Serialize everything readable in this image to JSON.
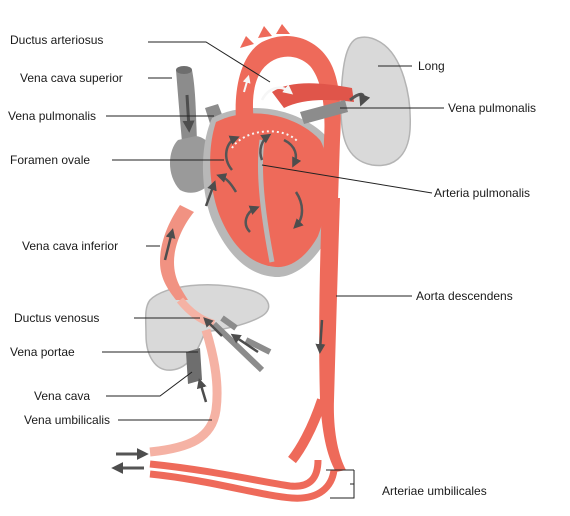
{
  "labels": {
    "ductus_arteriosus": "Ductus arteriosus",
    "vena_cava_superior": "Vena cava superior",
    "vena_pulmonalis_left": "Vena pulmonalis",
    "foramen_ovale": "Foramen ovale",
    "vena_cava_inferior": "Vena cava inferior",
    "ductus_venosus": "Ductus venosus",
    "vena_portae": "Vena portae",
    "vena_cava": "Vena cava",
    "vena_umbilicalis": "Vena umbilicalis",
    "long": "Long",
    "vena_pulmonalis_right": "Vena pulmonalis",
    "arteria_pulmonalis": "Arteria pulmonalis",
    "aorta_descendens": "Aorta descendens",
    "arteriae_umbilicales": "Arteriae umbilicales"
  },
  "colors": {
    "artery_red": "#ee6a5a",
    "artery_dark": "#e0554a",
    "umbilical_pink": "#f5b2a4",
    "vein_grey": "#8c8c8c",
    "organ_grey": "#d9d9d9",
    "organ_edge": "#b4b4b4",
    "arrow_dark": "#555555",
    "leader_line": "#222222"
  }
}
